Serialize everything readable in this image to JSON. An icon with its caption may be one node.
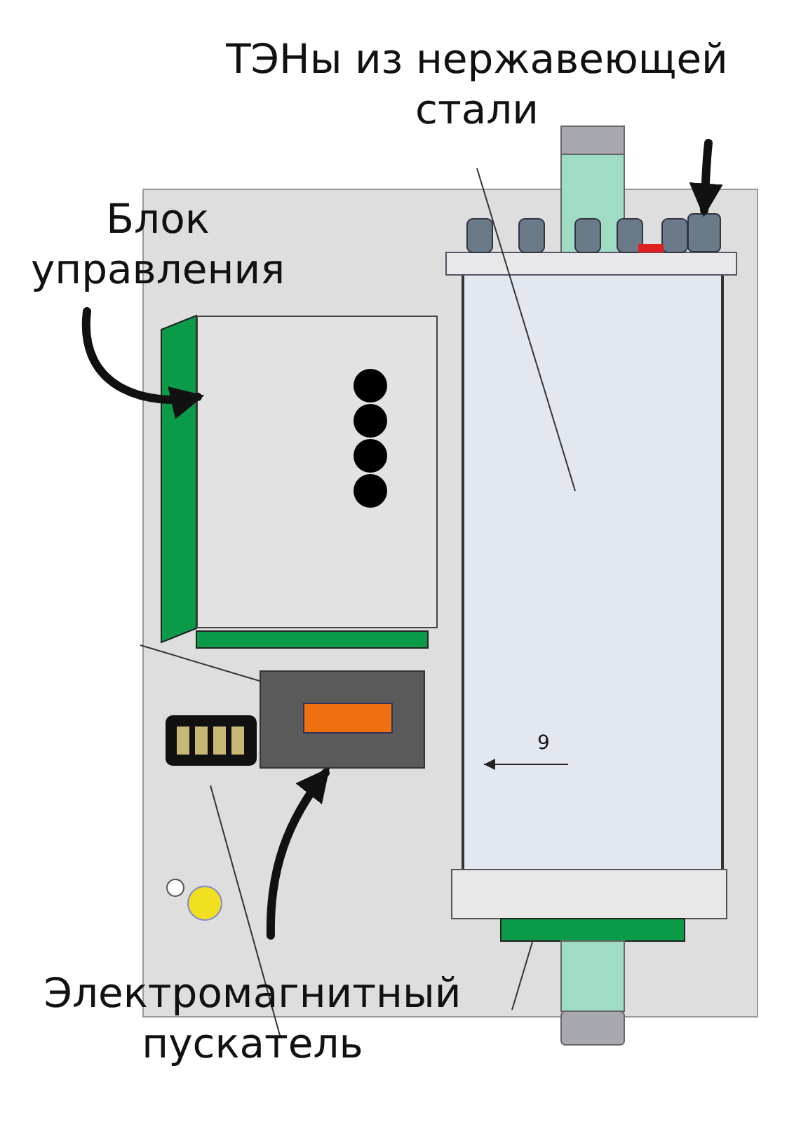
{
  "diagram": {
    "nodes": [
      {
        "text": [
          "ТЭНы из нержавеющей стали"
        ]
      },
      {
        "text": [],
        "shape": "box"
      },
      {
        "text": [
          "Блок управления"
        ]
      },
      {
        "text": [],
        "shape": "box"
      },
      {
        "text": [
          "Электромагнитный пускатель"
        ]
      },
      {
        "text": [],
        "shape": "box"
      }
    ],
    "edges": [
      {
        "from": 0,
        "to": 1,
        "arrow": "to"
      },
      {
        "from": 2,
        "to": 3,
        "arrow": "to"
      },
      {
        "from": 4,
        "to": 5,
        "arrow": "to"
      }
    ],
    "labels": [
      "9"
    ]
  }
}
